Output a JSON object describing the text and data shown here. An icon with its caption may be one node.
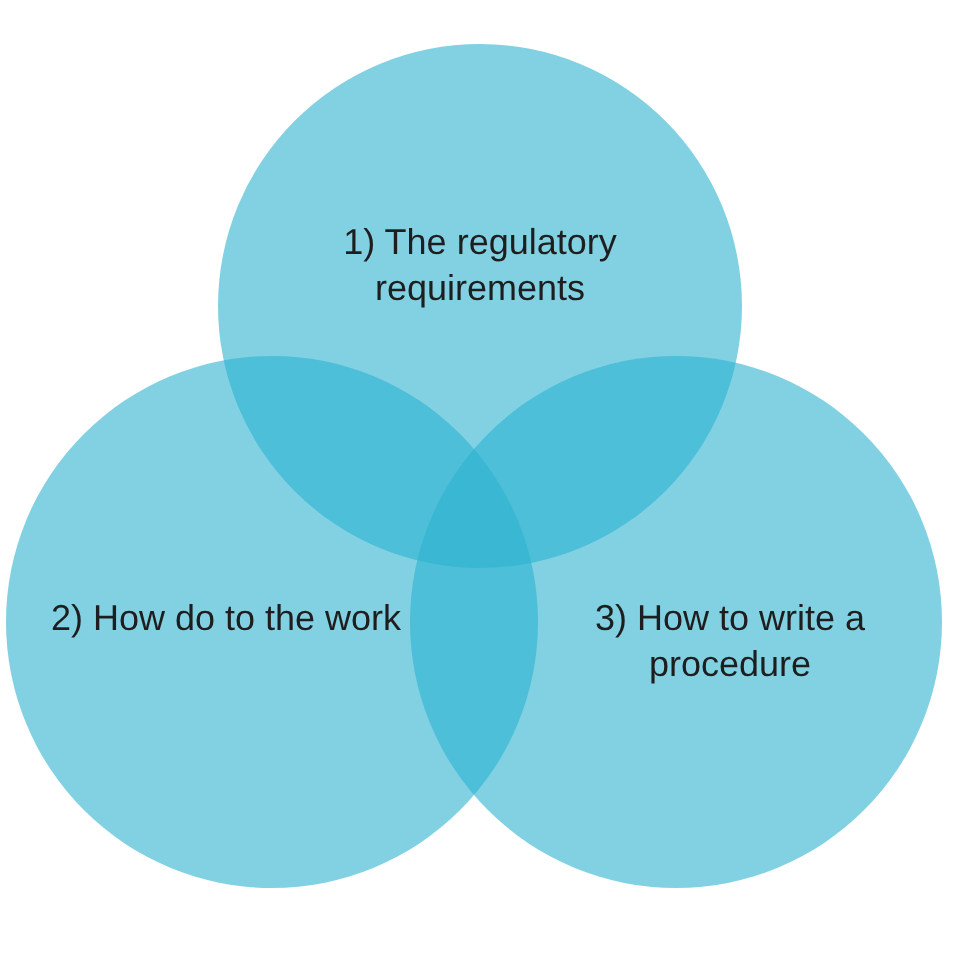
{
  "diagram": {
    "nodes": [
      {
        "text": [
          "1) The regulatory requirements"
        ]
      },
      {
        "text": [
          "2) How do to the work"
        ]
      },
      {
        "text": [
          "3) How to write a procedure"
        ]
      }
    ]
  }
}
